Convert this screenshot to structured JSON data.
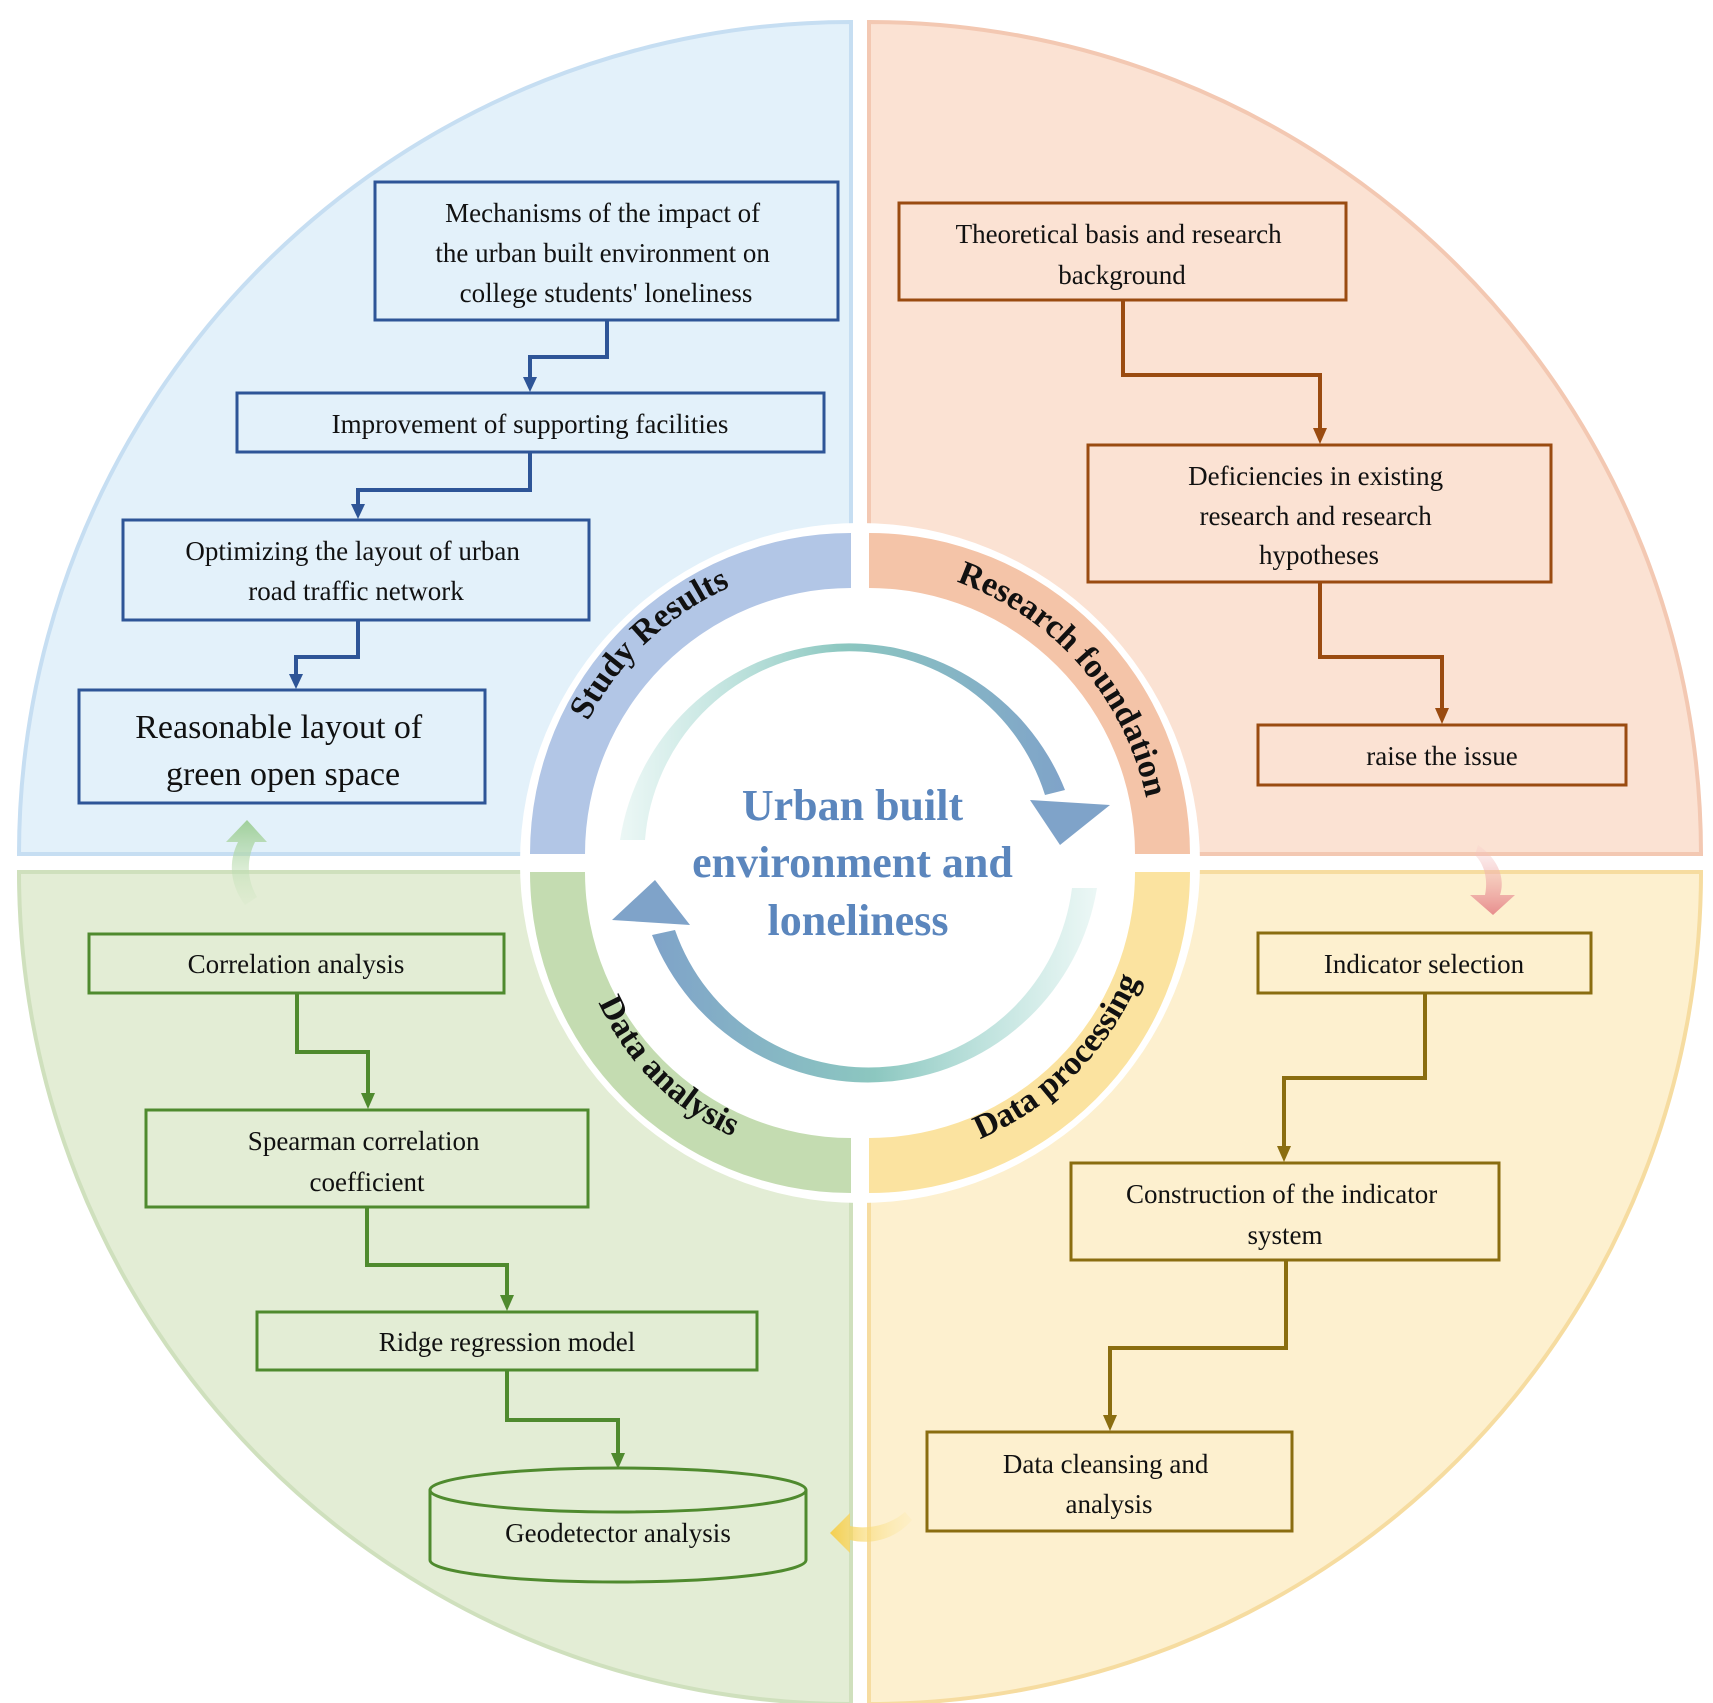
{
  "center": {
    "lines": [
      "Urban built",
      "environment and",
      "loneliness"
    ]
  },
  "ring": {
    "study_results": "Study Results",
    "research_foundation": "Research foundation",
    "data_processing": "Data processing",
    "data_analysis": "Data analysis"
  },
  "quadrants": {
    "study_results": {
      "color": "#2e5597",
      "boxes": [
        {
          "lines": [
            "Mechanisms of the impact of",
            "the urban built environment on",
            "college students' loneliness"
          ]
        },
        {
          "lines": [
            "Improvement of supporting facilities"
          ]
        },
        {
          "lines": [
            "Optimizing the layout of urban",
            "road traffic network"
          ]
        },
        {
          "lines": [
            "Reasonable layout of",
            "green open space"
          ]
        }
      ]
    },
    "research_foundation": {
      "color": "#9a4b10",
      "boxes": [
        {
          "lines": [
            "Theoretical basis and research",
            "background"
          ]
        },
        {
          "lines": [
            "Deficiencies in existing",
            "research and research",
            "hypotheses"
          ]
        },
        {
          "lines": [
            "raise the issue"
          ]
        }
      ]
    },
    "data_processing": {
      "color": "#8a6d10",
      "boxes": [
        {
          "lines": [
            "Indicator selection"
          ]
        },
        {
          "lines": [
            "Construction of the indicator",
            "system"
          ]
        },
        {
          "lines": [
            "Data cleansing and",
            "analysis"
          ]
        }
      ]
    },
    "data_analysis": {
      "color": "#4f8a2e",
      "boxes": [
        {
          "lines": [
            "Correlation analysis"
          ]
        },
        {
          "lines": [
            "Spearman correlation",
            "coefficient"
          ]
        },
        {
          "lines": [
            "Ridge regression model"
          ]
        },
        {
          "lines": [
            "Geodetector analysis"
          ]
        }
      ]
    }
  },
  "colors": {
    "blue_quadrant": "#e3f1fa",
    "orange_quadrant": "#fbe2d3",
    "yellow_quadrant": "#fdf0cf",
    "green_quadrant": "#e3edd5",
    "blue_arc": "#b2c6e6",
    "orange_arc": "#f4c4a8",
    "yellow_arc": "#fbe3a0",
    "green_arc": "#c4dcb1",
    "center_title": "#5b86bd"
  }
}
